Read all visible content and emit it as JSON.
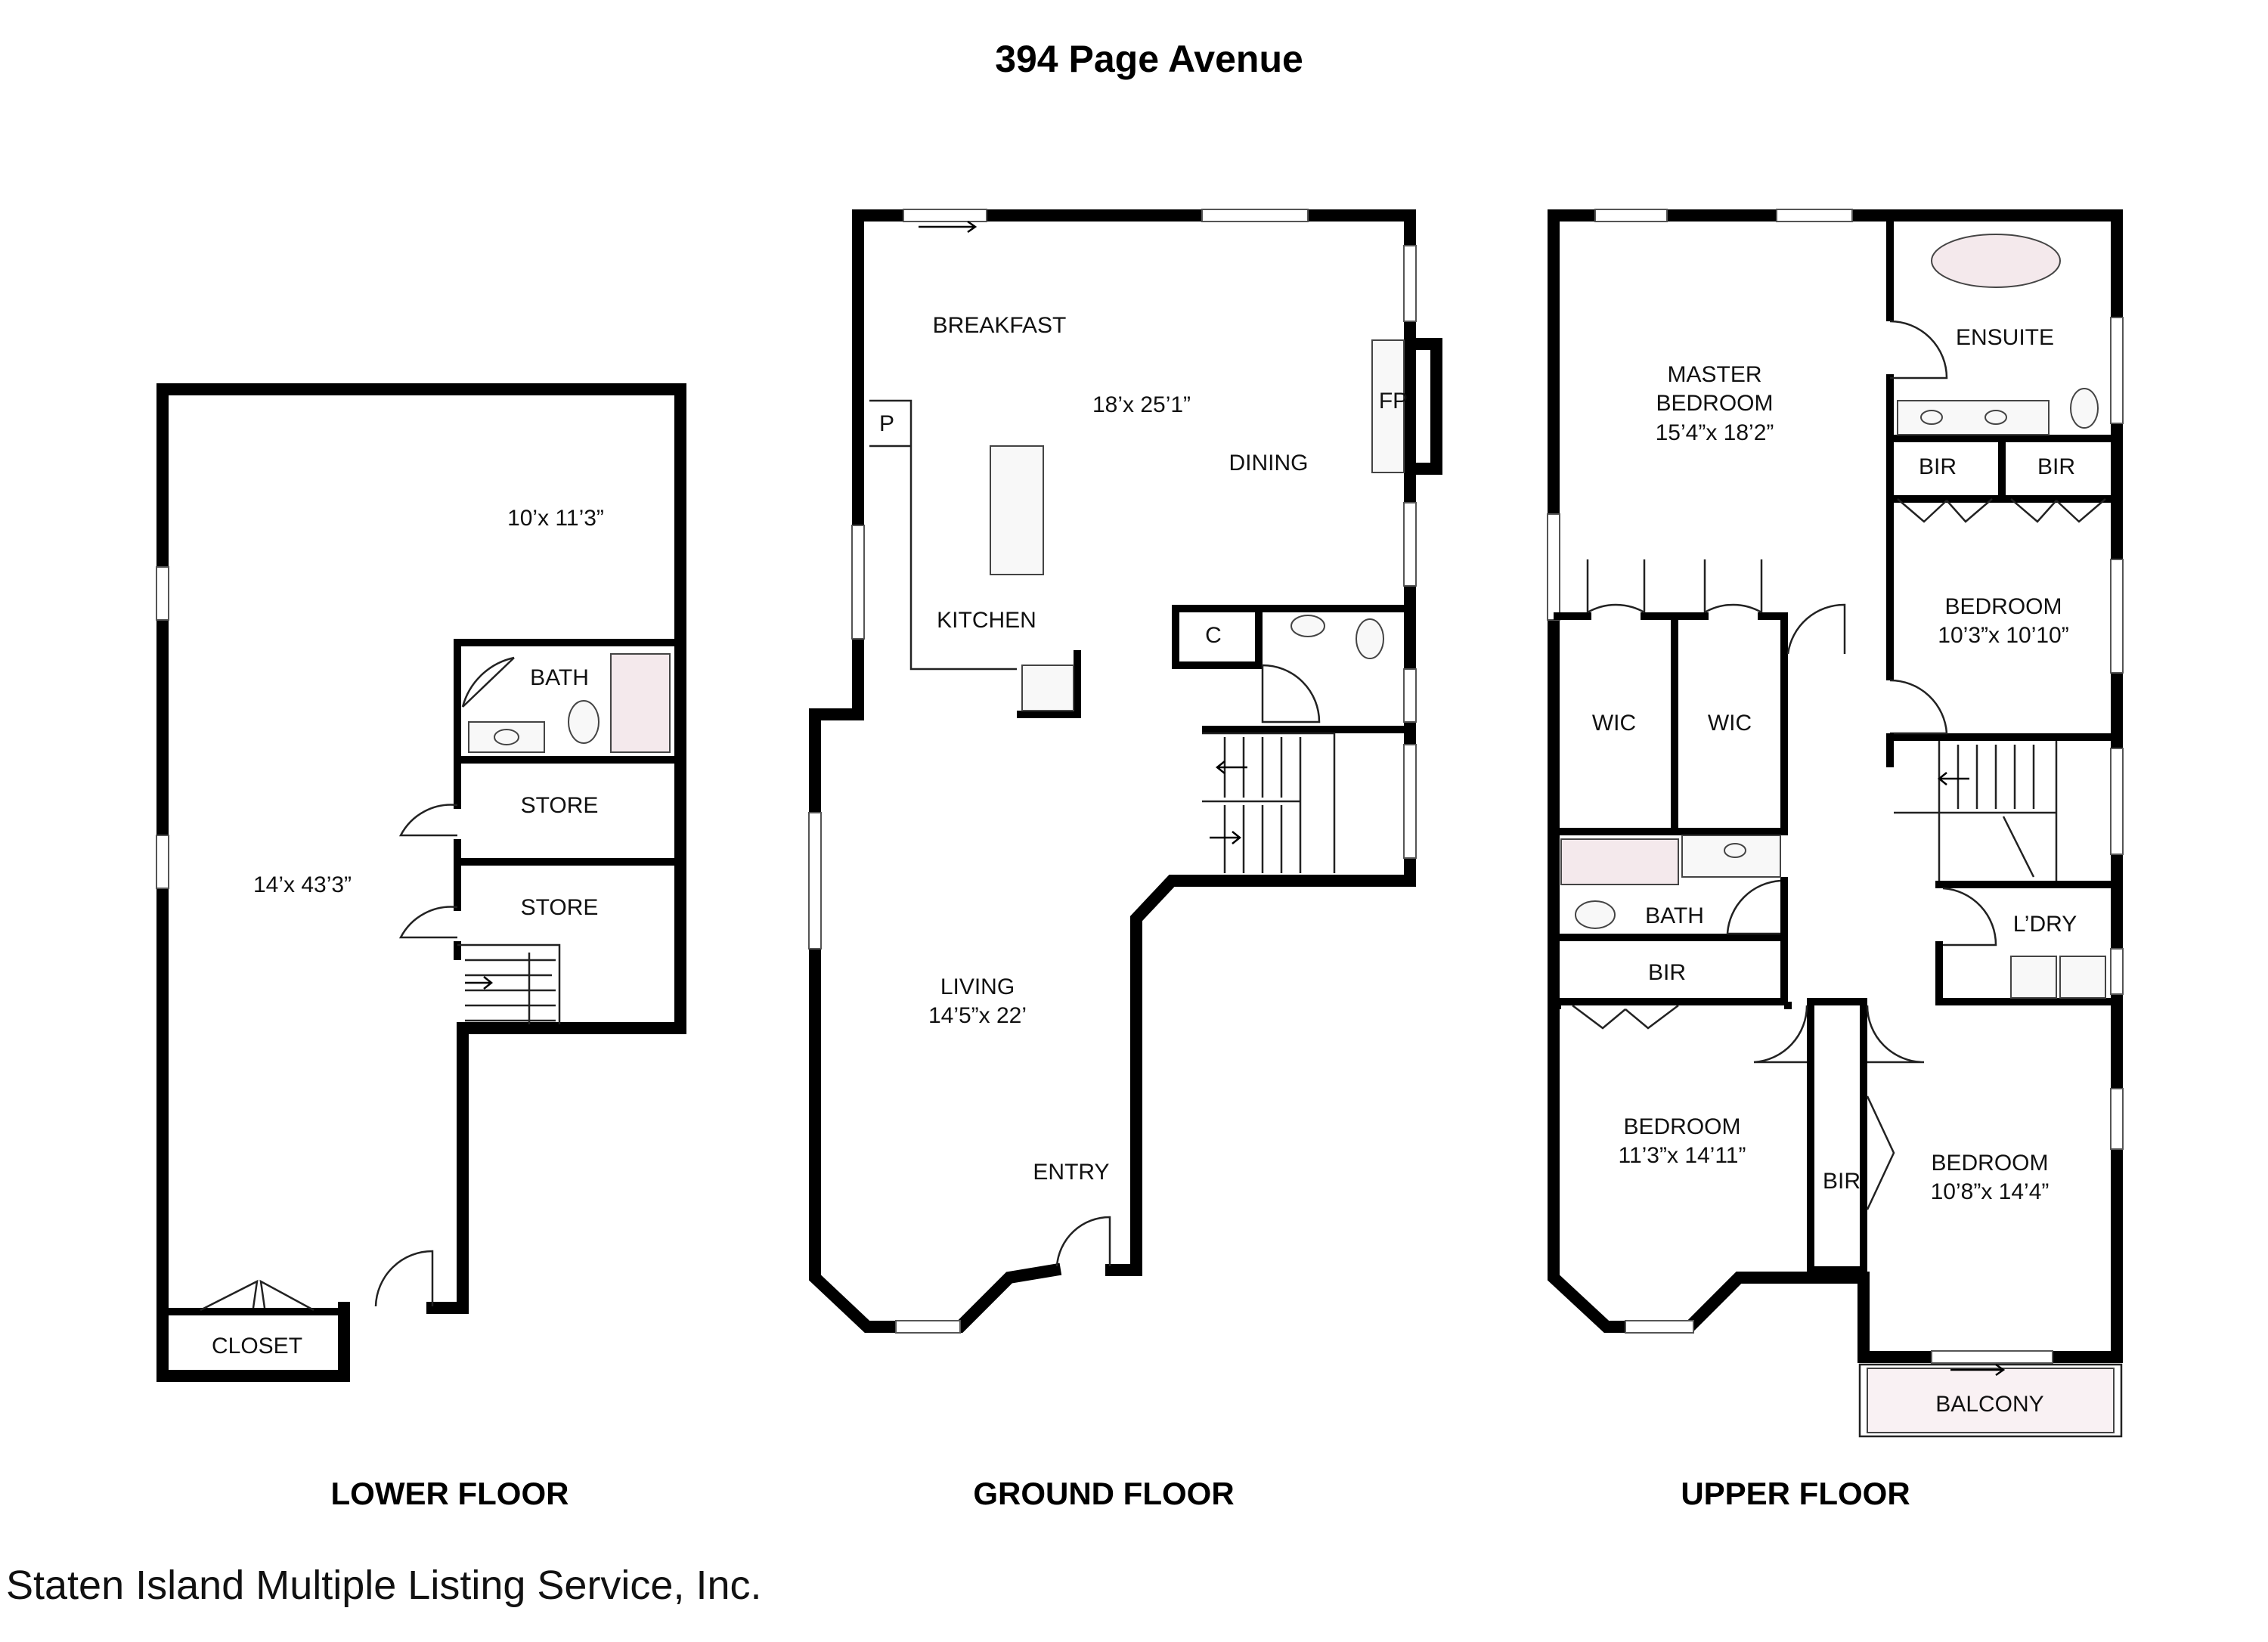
{
  "title": "394 Page Avenue",
  "source": "Staten Island Multiple Listing Service, Inc.",
  "floors": {
    "lower": {
      "name": "LOWER FLOOR",
      "rooms": {
        "upper_dim": "10’x 11’3”",
        "bath": "BATH",
        "store1": "STORE",
        "store2": "STORE",
        "main_dim": "14’x 43’3”",
        "closet": "CLOSET"
      }
    },
    "ground": {
      "name": "GROUND FLOOR",
      "rooms": {
        "breakfast": "BREAKFAST",
        "open_dim": "18’x 25’1”",
        "fp": "FP",
        "p": "P",
        "dining": "DINING",
        "kitchen": "KITCHEN",
        "c": "C",
        "living": "LIVING",
        "living_dim": "14’5”x 22’",
        "entry": "ENTRY"
      }
    },
    "upper": {
      "name": "UPPER FLOOR",
      "rooms": {
        "master": "MASTER",
        "master2": "BEDROOM",
        "master_dim": "15’4”x 18’2”",
        "ensuite": "ENSUITE",
        "bir1": "BIR",
        "bir2": "BIR",
        "bed1": "BEDROOM",
        "bed1_dim": "10’3”x 10’10”",
        "wic1": "WIC",
        "wic2": "WIC",
        "bath": "BATH",
        "laundry": "L’DRY",
        "bir3": "BIR",
        "bed2": "BEDROOM",
        "bed2_dim": "11’3”x 14’11”",
        "bir4": "BIR",
        "bed3": "BEDROOM",
        "bed3_dim": "10’8”x 14’4”",
        "balcony": "BALCONY"
      }
    }
  }
}
